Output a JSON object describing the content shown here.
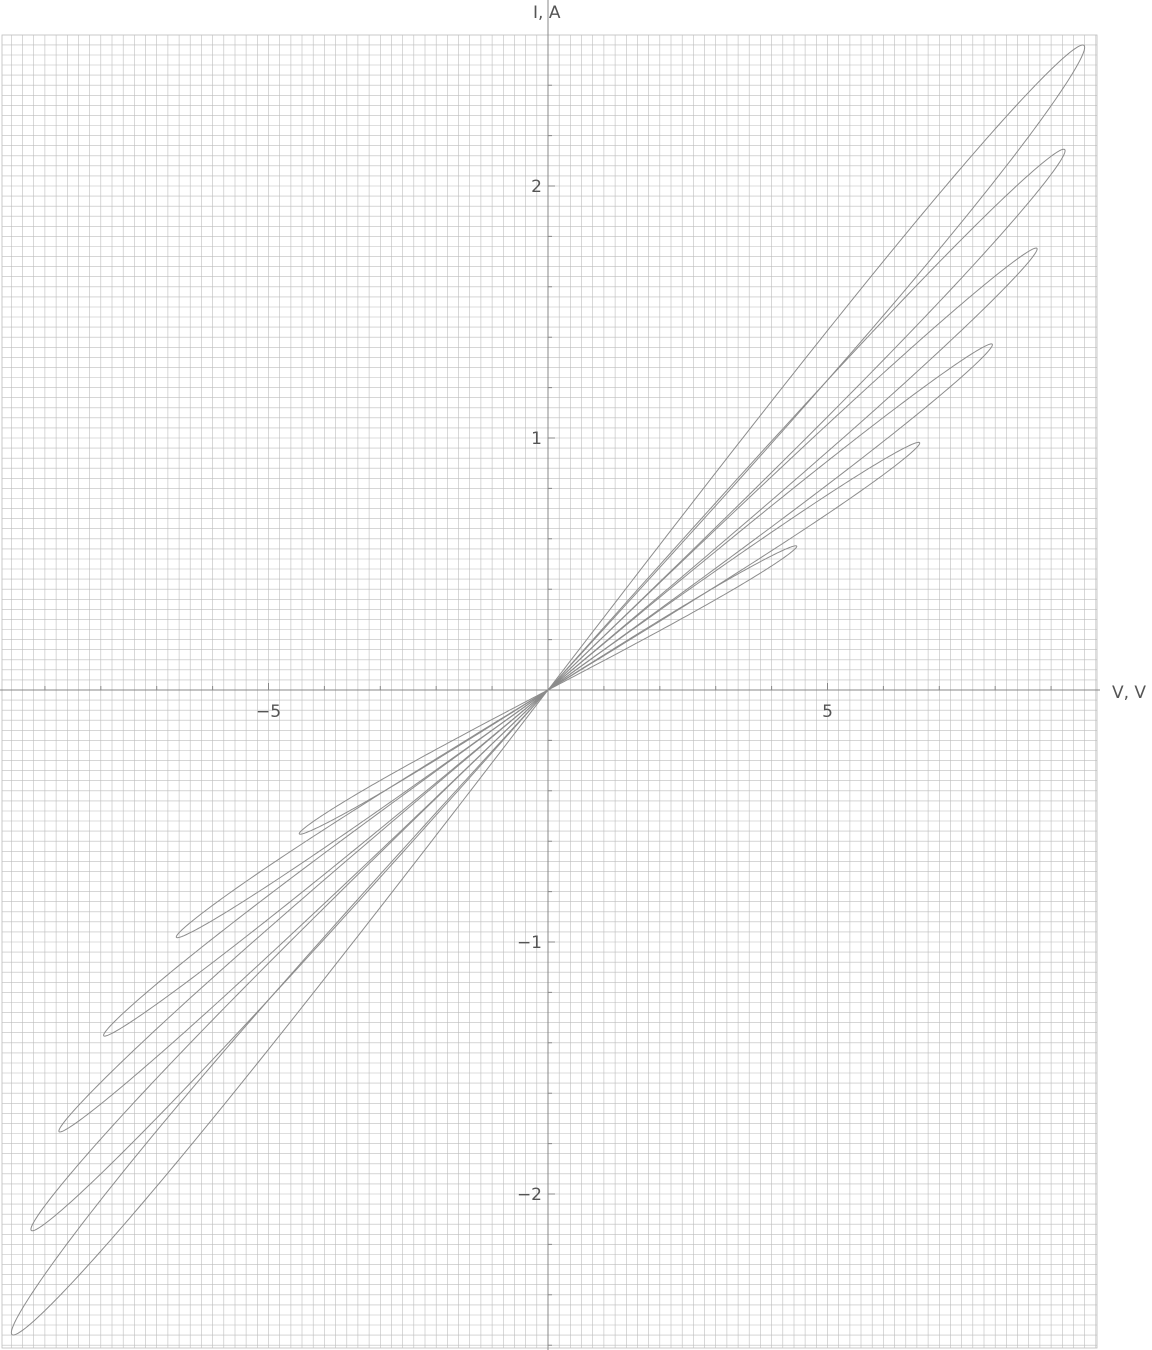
{
  "chart_data": {
    "type": "line",
    "title": "",
    "xlabel": "V, V",
    "ylabel": "I, A",
    "xlim": [
      -9.8,
      9.8
    ],
    "ylim": [
      -2.63,
      2.6
    ],
    "x_ticks": [
      -5,
      5
    ],
    "x_tick_labels": [
      "−5",
      "5"
    ],
    "y_ticks": [
      -2,
      -1,
      1,
      2
    ],
    "y_tick_labels": [
      "−2",
      "−1",
      "1",
      "2"
    ],
    "grid": true,
    "grid_color": "#bdbdbd",
    "curve_color": "#8c8c8c",
    "axis_color": "#888888",
    "series": [
      {
        "type": "loop",
        "tip": [
          4.45,
          0.57
        ],
        "tip_opposite": [
          -4.45,
          -0.57
        ],
        "slope_lower": 0.125,
        "slope_upper": 0.145
      },
      {
        "type": "loop",
        "tip": [
          6.65,
          0.98
        ],
        "tip_opposite": [
          -6.65,
          -0.98
        ],
        "slope_lower": 0.138,
        "slope_upper": 0.158
      },
      {
        "type": "loop",
        "tip": [
          7.95,
          1.37
        ],
        "tip_opposite": [
          -7.95,
          -1.37
        ],
        "slope_lower": 0.161,
        "slope_upper": 0.182
      },
      {
        "type": "loop",
        "tip": [
          8.75,
          1.75
        ],
        "tip_opposite": [
          -8.75,
          -1.75
        ],
        "slope_lower": 0.185,
        "slope_upper": 0.208
      },
      {
        "type": "loop",
        "tip": [
          9.25,
          2.14
        ],
        "tip_opposite": [
          -9.25,
          -2.14
        ],
        "slope_lower": 0.21,
        "slope_upper": 0.24
      },
      {
        "type": "loop",
        "tip": [
          9.6,
          2.55
        ],
        "tip_opposite": [
          -9.6,
          -2.55
        ],
        "slope_lower": 0.235,
        "slope_upper": 0.275
      }
    ]
  }
}
